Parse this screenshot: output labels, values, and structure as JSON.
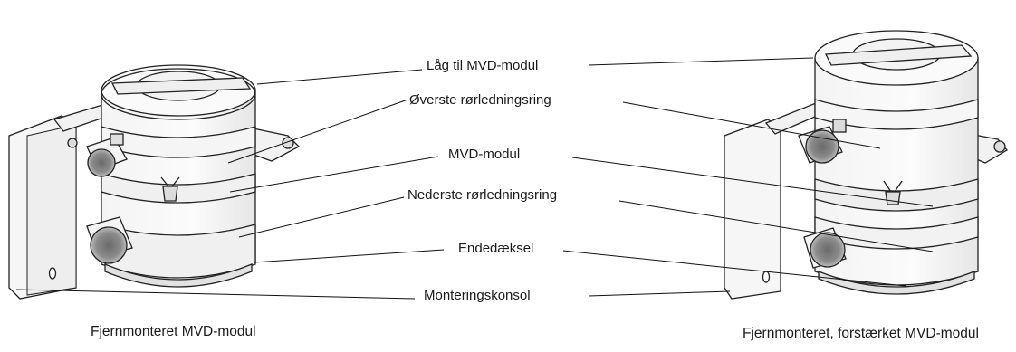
{
  "callouts": {
    "lid": "Låg til MVD-modul",
    "upper_ring": "Øverste rørledningsring",
    "module": "MVD-modul",
    "lower_ring": "Nederste rørledningsring",
    "end_cap": "Endedæksel",
    "bracket": "Monteringskonsol"
  },
  "captions": {
    "left": "Fjernmonteret MVD-modul",
    "right": "Fjernmonteret, forstærket MVD-modul"
  }
}
